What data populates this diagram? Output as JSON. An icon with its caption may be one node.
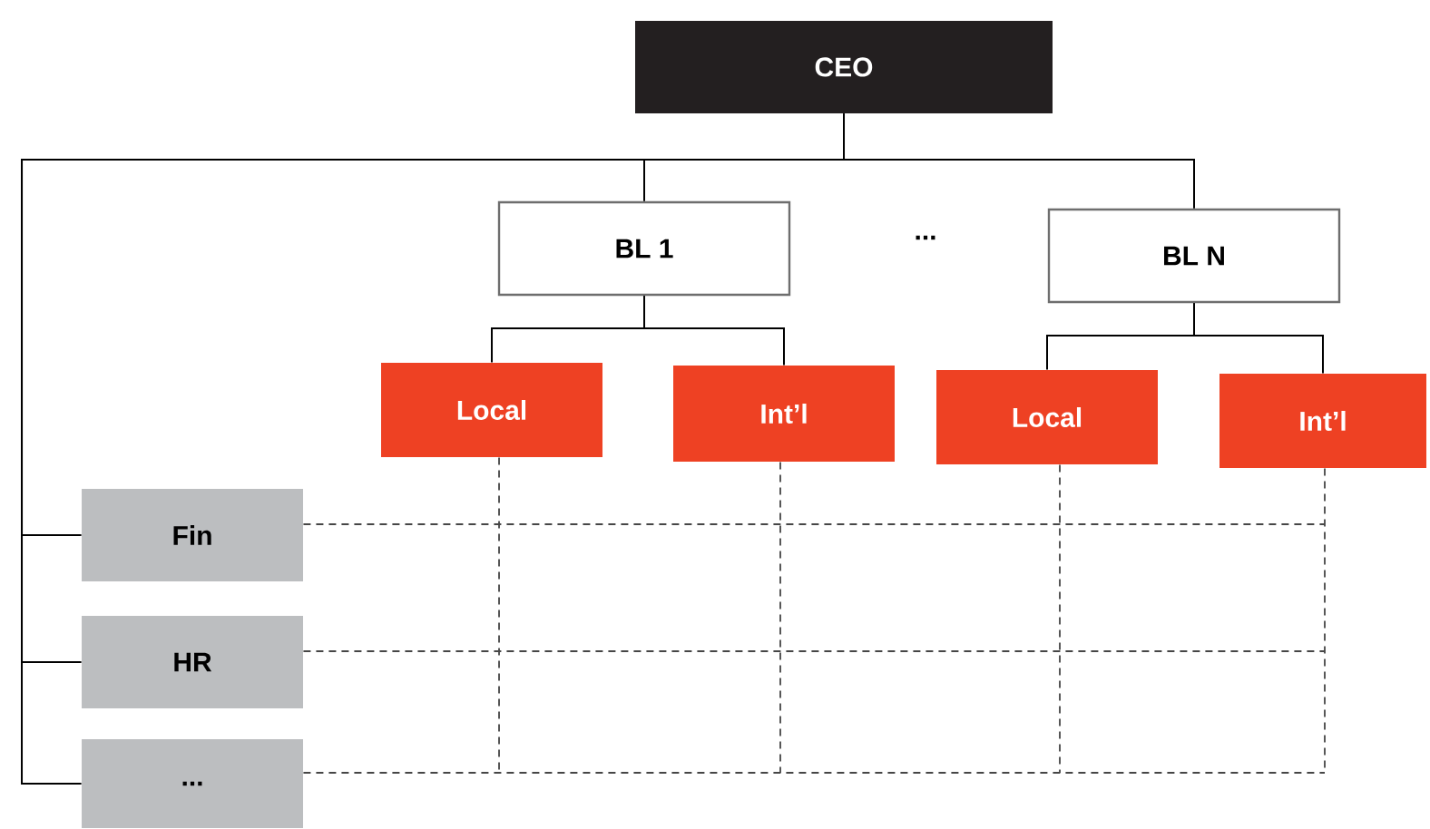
{
  "diagram": {
    "nodes": [
      {
        "text": [
          "CEO"
        ]
      },
      {
        "text": [
          "BL 1"
        ]
      },
      {
        "text": [
          "BL N"
        ]
      },
      {
        "text": [
          "Local"
        ]
      },
      {
        "text": [
          "Int’l"
        ]
      },
      {
        "text": [
          "Local"
        ]
      },
      {
        "text": [
          "Int’l"
        ]
      },
      {
        "text": [
          "Fin"
        ]
      },
      {
        "text": [
          "HR"
        ]
      },
      {
        "text": [
          "..."
        ]
      }
    ],
    "edges": [
      {
        "from": 0,
        "to": 1,
        "arrow": "none"
      },
      {
        "from": 0,
        "to": 2,
        "arrow": "none"
      },
      {
        "from": 0,
        "to": 7,
        "arrow": "none"
      },
      {
        "from": 0,
        "to": 8,
        "arrow": "none"
      },
      {
        "from": 0,
        "to": 9,
        "arrow": "none"
      },
      {
        "from": 1,
        "to": 3,
        "arrow": "none"
      },
      {
        "from": 1,
        "to": 4,
        "arrow": "none"
      },
      {
        "from": 2,
        "to": 5,
        "arrow": "none"
      },
      {
        "from": 2,
        "to": 6,
        "arrow": "none"
      },
      {
        "from": 3,
        "to": null,
        "arrow": "none",
        "style": "dashed"
      },
      {
        "from": 4,
        "to": null,
        "arrow": "none",
        "style": "dashed"
      },
      {
        "from": 5,
        "to": null,
        "arrow": "none",
        "style": "dashed"
      },
      {
        "from": 6,
        "to": null,
        "arrow": "none",
        "style": "dashed"
      },
      {
        "from": 7,
        "to": null,
        "arrow": "none",
        "style": "dashed"
      },
      {
        "from": 8,
        "to": null,
        "arrow": "none",
        "style": "dashed"
      },
      {
        "from": 9,
        "to": null,
        "arrow": "none",
        "style": "dashed"
      }
    ],
    "labels": [
      "..."
    ]
  }
}
